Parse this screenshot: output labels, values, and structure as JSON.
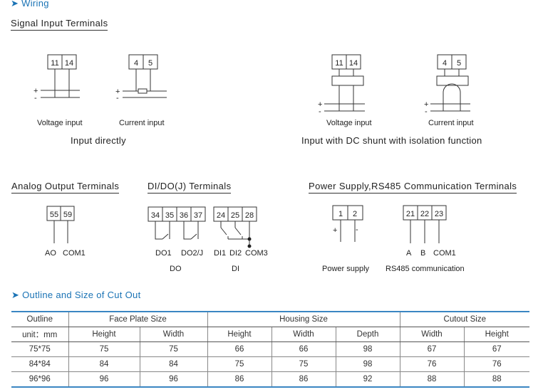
{
  "wiring": {
    "heading": "Wiring",
    "signal_input": {
      "title": "Signal Input Terminals",
      "voltage_terminals": [
        "11",
        "14"
      ],
      "current_terminals": [
        "4",
        "5"
      ],
      "plus": "+",
      "minus": "-",
      "voltage_label": "Voltage input",
      "current_label": "Current  input",
      "current_label_2": "Current  input",
      "direct_caption": "Input directly",
      "shunt_caption": "Input with DC shunt with isolation function"
    },
    "analog_output": {
      "title": "Analog Output Terminals",
      "terminals": [
        "55",
        "59"
      ],
      "labels": [
        "AO",
        "COM1"
      ]
    },
    "dido": {
      "title": "DI/DO(J) Terminals",
      "do_terminals": [
        "34",
        "35",
        "36",
        "37"
      ],
      "di_terminals": [
        "24",
        "25",
        "28"
      ],
      "do_labels": [
        "DO1",
        "DO2/J"
      ],
      "di_labels": [
        "DI1",
        "DI2",
        "COM3"
      ],
      "do_caption": "DO",
      "di_caption": "DI"
    },
    "power": {
      "title": "Power Supply,RS485 Communication Terminals",
      "power_terminals": [
        "1",
        "2"
      ],
      "rs485_terminals": [
        "21",
        "22",
        "23"
      ],
      "plus": "+",
      "minus": "-",
      "rs485_labels": [
        "A",
        "B",
        "COM1"
      ],
      "power_caption": "Power supply",
      "rs485_caption": "RS485 communication"
    }
  },
  "outline": {
    "heading": "Outline and Size of Cut Out",
    "group_headers": {
      "outline": "Outline",
      "face": "Face Plate Size",
      "housing": "Housing Size",
      "cutout": "Cutout Size"
    },
    "sub_headers": {
      "unit": "unit：mm",
      "face_height": "Height",
      "face_width": "Width",
      "housing_height": "Height",
      "housing_width": "Width",
      "housing_depth": "Depth",
      "cutout_width": "Width",
      "cutout_height": "Height"
    },
    "rows": [
      [
        "75*75",
        "75",
        "75",
        "66",
        "66",
        "98",
        "67",
        "67"
      ],
      [
        "84*84",
        "84",
        "84",
        "75",
        "75",
        "98",
        "76",
        "76"
      ],
      [
        "96*96",
        "96",
        "96",
        "86",
        "86",
        "92",
        "88",
        "88"
      ]
    ]
  }
}
